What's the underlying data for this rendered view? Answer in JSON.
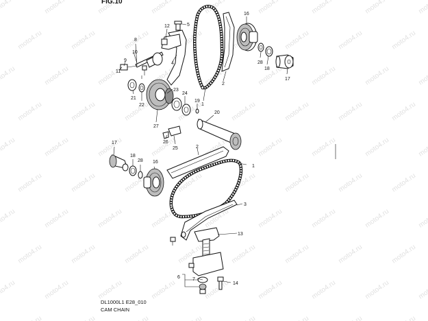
{
  "header": {
    "fig_label": "FIG.10"
  },
  "caption": {
    "code": "DL1000L1 E28_010",
    "title": "CAM CHAIN"
  },
  "watermark": {
    "text": "moto4.ru"
  },
  "callouts": [
    "1",
    "2",
    "3",
    "4",
    "5",
    "6",
    "7",
    "8",
    "9",
    "10",
    "11",
    "12",
    "13",
    "14",
    "16",
    "17",
    "18",
    "19",
    "20",
    "21",
    "22",
    "23",
    "24",
    "25",
    "26",
    "27",
    "28"
  ]
}
